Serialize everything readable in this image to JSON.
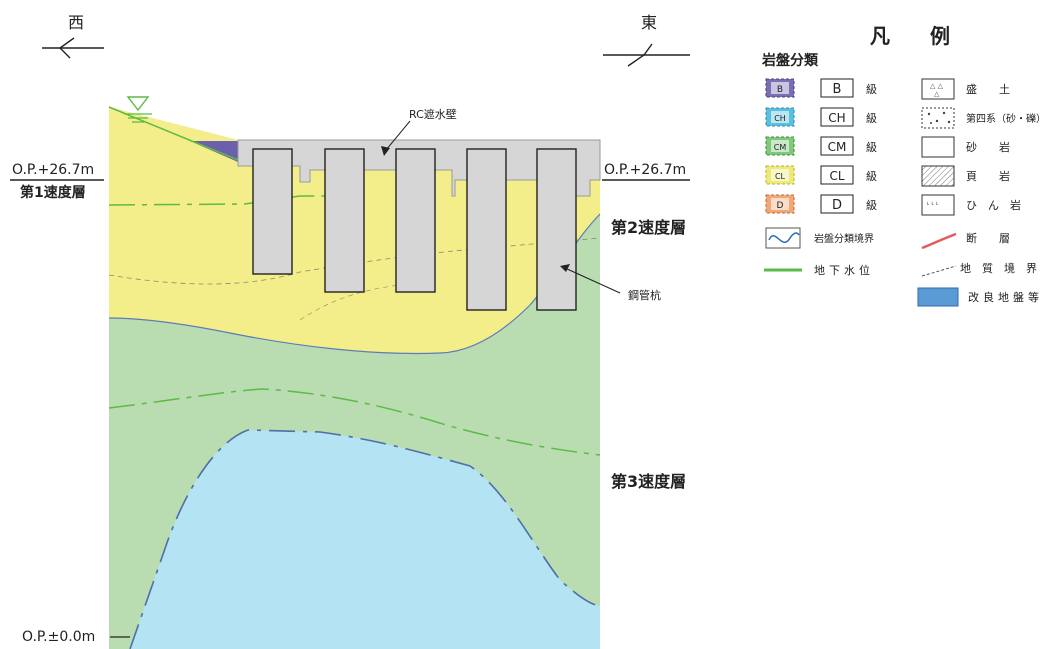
{
  "orientation": {
    "west": "西",
    "east": "東"
  },
  "elevations": {
    "top_left": "O.P.+26.7m",
    "top_right": "O.P.+26.7m",
    "bottom_left": "O.P.±0.0m"
  },
  "layers": {
    "layer1": "第1速度層",
    "layer2": "第2速度層",
    "layer3": "第3速度層"
  },
  "callouts": {
    "wall": "RC遮水壁",
    "piles": "鋼管杭"
  },
  "legend": {
    "title": "凡　　例",
    "rock_class_heading": "岩盤分類",
    "rock_classes": [
      {
        "code": "B",
        "badge": "B",
        "label": "B",
        "suffix": "級",
        "color": "#7b6fb3",
        "border": "#4b3f8a"
      },
      {
        "code": "CH",
        "badge": "CH",
        "label": "CH",
        "suffix": "級",
        "color": "#5bc0e0",
        "border": "#2c8ab0"
      },
      {
        "code": "CM",
        "badge": "CM",
        "label": "CM",
        "suffix": "級",
        "color": "#7ec97a",
        "border": "#3e8f3a"
      },
      {
        "code": "CL",
        "badge": "CL",
        "label": "CL",
        "suffix": "級",
        "color": "#eeea7a",
        "border": "#b8b030"
      },
      {
        "code": "D",
        "badge": "D",
        "label": "D",
        "suffix": "級",
        "color": "#f0a878",
        "border": "#c06a30"
      }
    ],
    "rock_boundary": "岩盤分類境界",
    "water_level": "地下水位",
    "materials": [
      {
        "name": "盛　　土",
        "pattern": "fill"
      },
      {
        "name": "第四系（砂・礫）",
        "pattern": "dots"
      },
      {
        "name": "砂　　岩",
        "pattern": "blank"
      },
      {
        "name": "頁　　岩",
        "pattern": "hatch"
      },
      {
        "name": "ひ　ん　岩",
        "pattern": "ticks"
      }
    ],
    "fault": "断　　層",
    "geologic_boundary": "地　質　境　界",
    "improved_ground": "改良地盤等"
  },
  "colors": {
    "layer1": "#f3ee8a",
    "layer2": "#b9dcb1",
    "layer3": "#b4e3f4",
    "wall": "#d6d6d6",
    "water": "#5cbb46",
    "improved": "#5b9bd5",
    "purple": "#6b5fae"
  }
}
